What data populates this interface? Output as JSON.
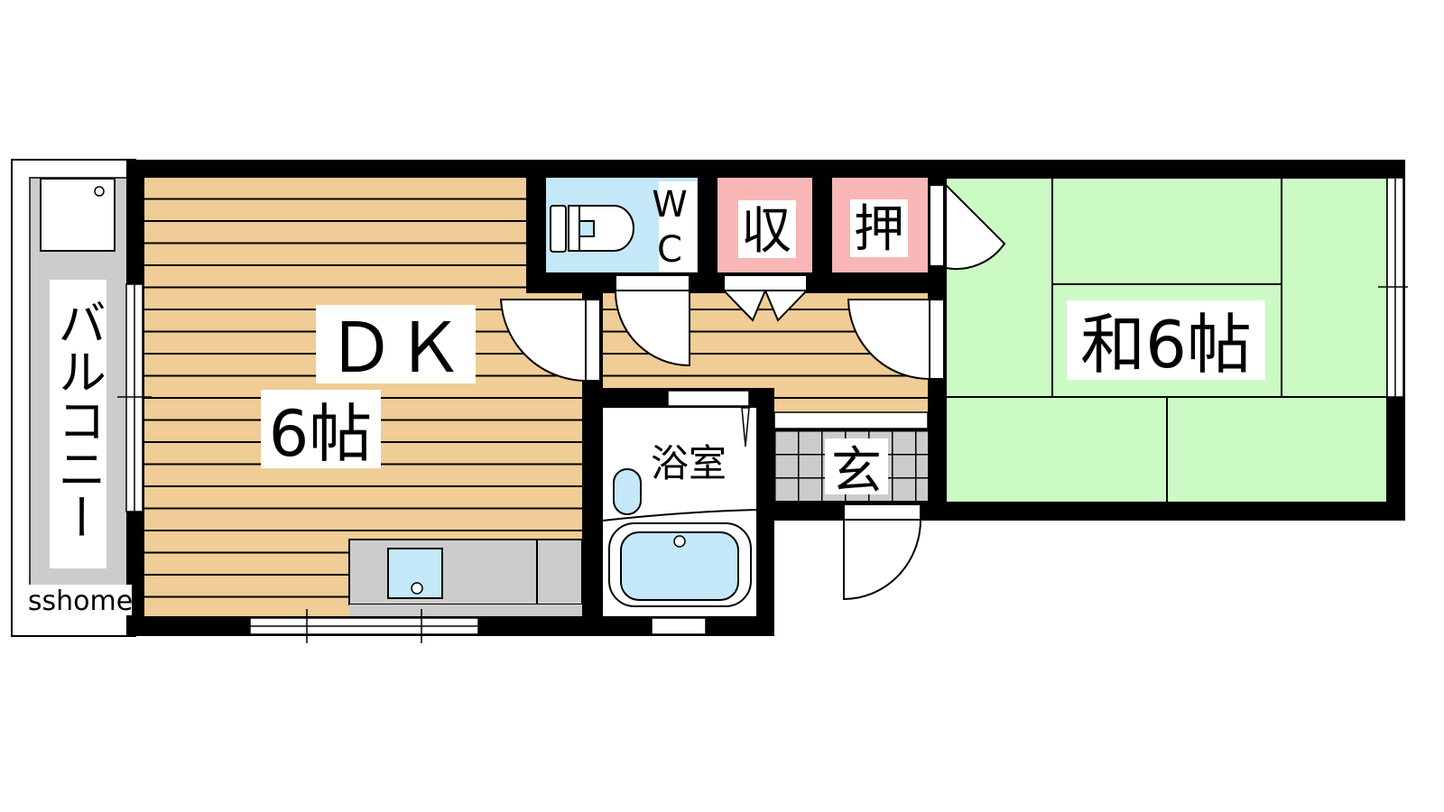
{
  "rooms": {
    "dk": {
      "name": "ＤＫ",
      "size": "6帖"
    },
    "washitsu": {
      "name": "和6帖"
    },
    "wc_line1": "W",
    "wc_line2": "C",
    "storage": "収",
    "closet": "押",
    "bath": "浴室",
    "entrance": "玄",
    "balcony": "バルコニー"
  },
  "watermark": "sshome",
  "colors": {
    "wood": "#f0cc96",
    "water": "#c4e8f8",
    "storage": "#f8b6b6",
    "tatami": "#ccfac4",
    "tile": "#cccccc",
    "wall": "#000000"
  }
}
